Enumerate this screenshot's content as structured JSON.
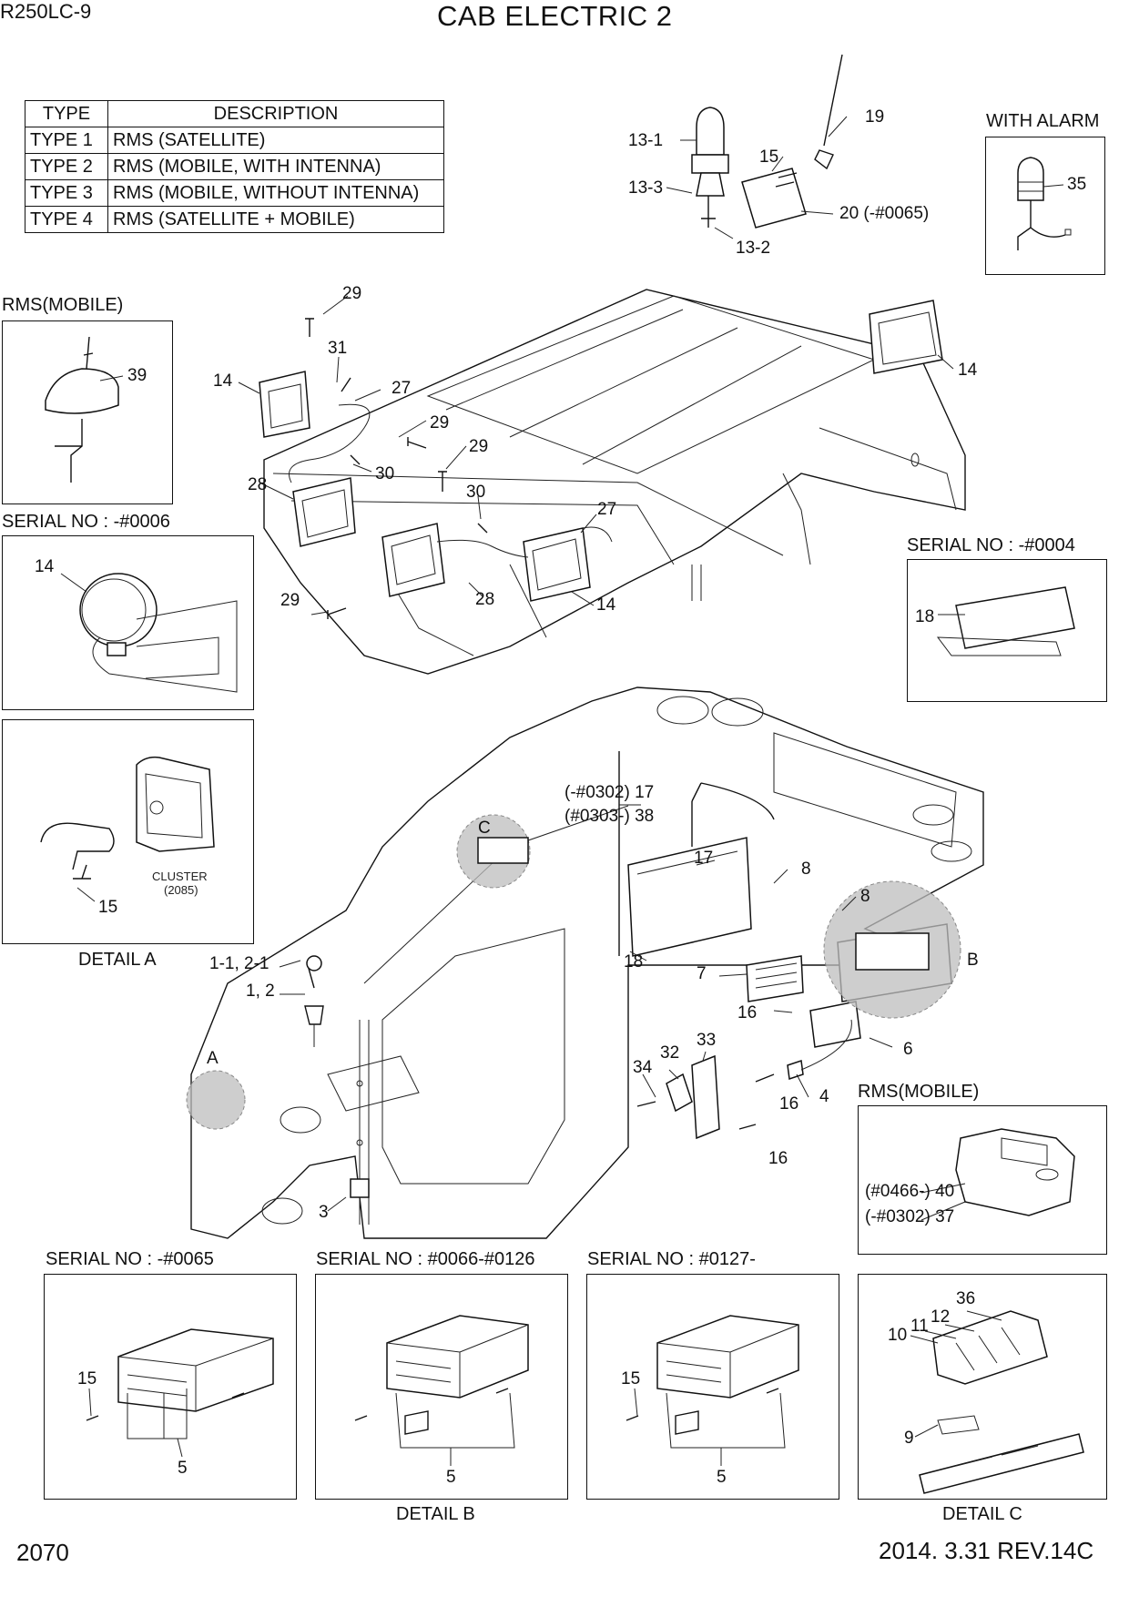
{
  "header": {
    "model": "R250LC-9",
    "title": "CAB ELECTRIC 2"
  },
  "type_table": {
    "headers": [
      "TYPE",
      "DESCRIPTION"
    ],
    "rows": [
      [
        "TYPE 1",
        "RMS (SATELLITE)"
      ],
      [
        "TYPE 2",
        "RMS (MOBILE, WITH INTENNA)"
      ],
      [
        "TYPE 3",
        "RMS (MOBILE, WITHOUT INTENNA)"
      ],
      [
        "TYPE 4",
        "RMS (SATELLITE + MOBILE)"
      ]
    ]
  },
  "insets": {
    "with_alarm": "WITH ALARM",
    "rms_mobile_antenna": "RMS(MOBILE)",
    "serial_0006": "SERIAL NO : -#0006",
    "serial_0004": "SERIAL NO : -#0004",
    "rms_mobile_unit": "RMS(MOBILE)",
    "serial_0065": "SERIAL NO : -#0065",
    "serial_0066_0126": "SERIAL NO : #0066-#0126",
    "serial_0127": "SERIAL NO : #0127-",
    "cluster": "CLUSTER",
    "cluster_code": "(2085)"
  },
  "details": {
    "a": "DETAIL A",
    "b": "DETAIL B",
    "c": "DETAIL C"
  },
  "detail_letters": {
    "a": "A",
    "b": "B",
    "c": "C"
  },
  "callouts": {
    "p13_1": "13-1",
    "p13_2": "13-2",
    "p13_3": "13-3",
    "p15": "15",
    "p19": "19",
    "p20": "20 (-#0065)",
    "p35": "35",
    "p39": "39",
    "p29": "29",
    "p31": "31",
    "p27": "27",
    "p14": "14",
    "p28": "28",
    "p30": "30",
    "p18": "18",
    "p1_1_2_1": "1-1, 2-1",
    "p1_2": "1, 2",
    "p3": "3",
    "p17_ser1": "(-#0302) 17",
    "p38_ser2": "(#0303-) 38",
    "p17": "17",
    "p8": "8",
    "p7": "7",
    "p16": "16",
    "p6": "6",
    "p4": "4",
    "p32": "32",
    "p33": "33",
    "p34": "34",
    "p40": "(#0466-) 40",
    "p37": "(-#0302) 37",
    "p5": "5",
    "p9": "9",
    "p10": "10",
    "p11": "11",
    "p12": "12",
    "p36": "36"
  },
  "footer": {
    "page": "2070",
    "date_rev": "2014. 3.31  REV.14C"
  }
}
